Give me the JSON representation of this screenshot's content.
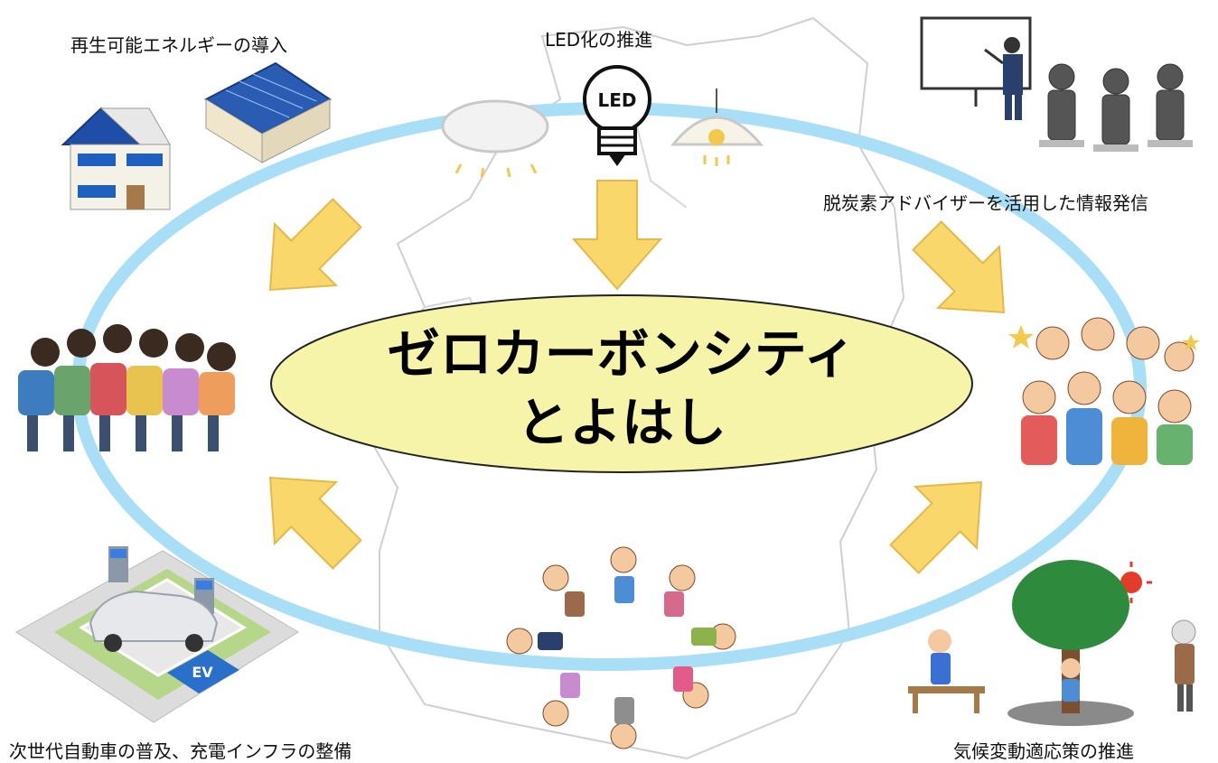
{
  "center": {
    "line1": "ゼロカーボンシティ",
    "line2": "とよはし"
  },
  "labels": {
    "renewable": "再生可能エネルギーの導入",
    "led": "LED化の推進",
    "advisor": "脱炭素アドバイザーを活用した情報発信",
    "ev": "次世代自動車の普及、充電インフラの整備",
    "adaptation": "気候変動適応策の推進"
  },
  "icons": {
    "led_bulb_text": "LED",
    "parking_text": "EV"
  },
  "colors": {
    "ellipse_fill": "#f6f4a9",
    "ring": "#a9def7",
    "arrow": "#f9d76a",
    "map_outline": "#c8c8c8"
  }
}
